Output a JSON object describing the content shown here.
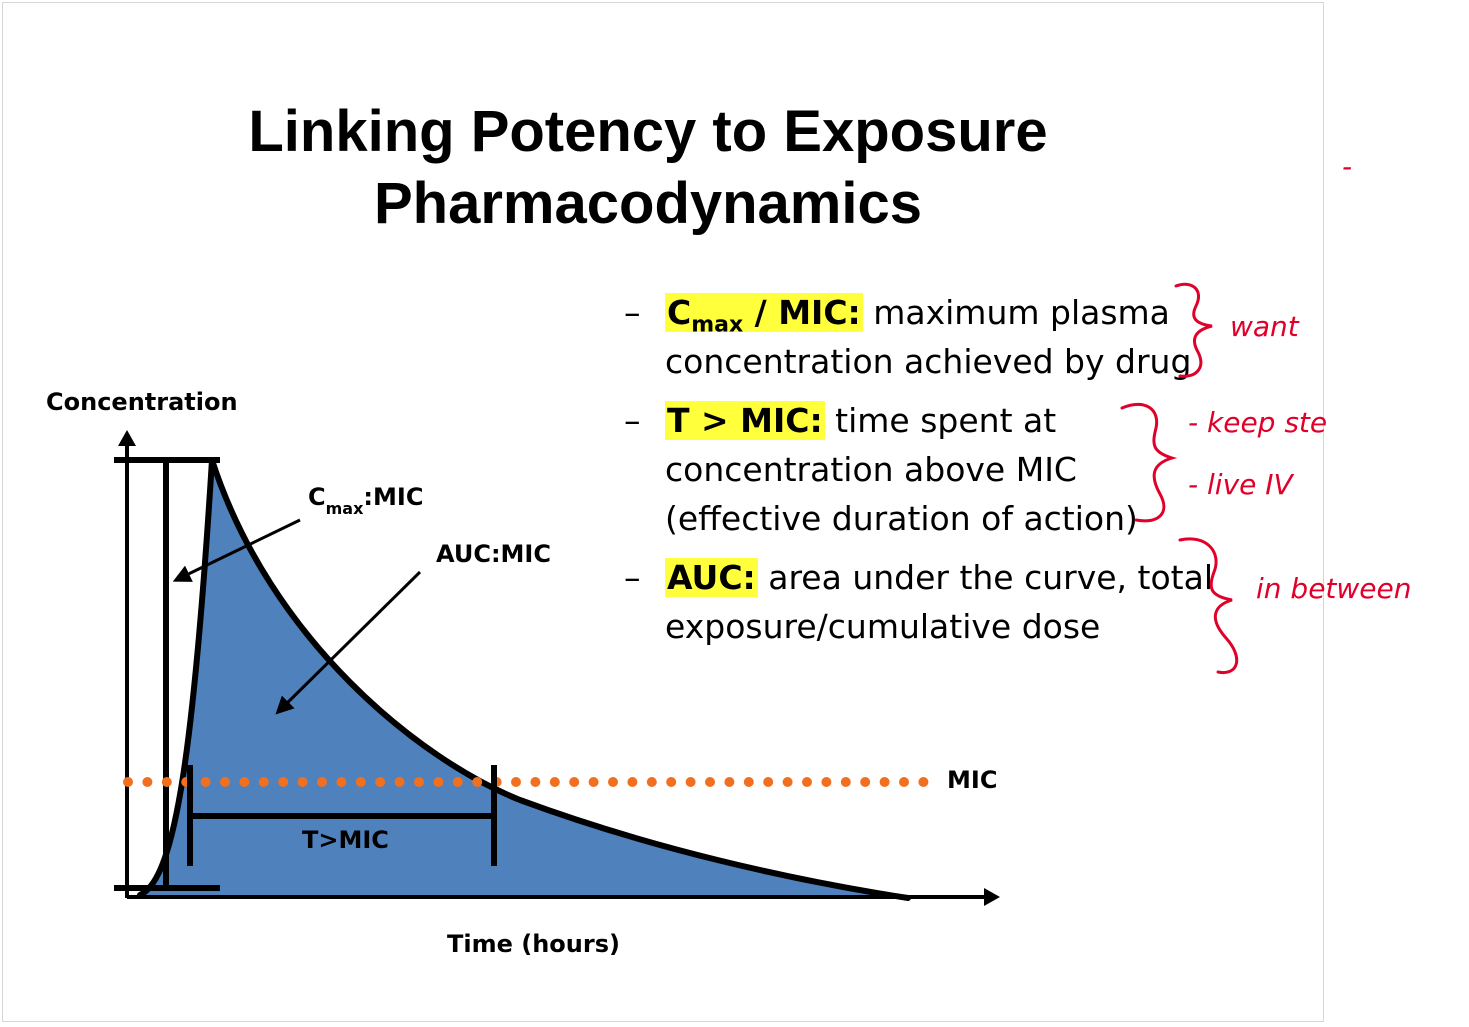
{
  "slide": {
    "title_line1": "Linking Potency to Exposure",
    "title_line2": "Pharmacodynamics"
  },
  "bullets": [
    {
      "dash": "–",
      "term_main": "C",
      "term_sub": "max",
      "term_rest": " / MIC:",
      "line1_rest": " maximum plasma",
      "line2": "concentration achieved by drug"
    },
    {
      "dash": "–",
      "term": "T > MIC:",
      "line1_rest": " time spent at",
      "line2": "concentration above MIC",
      "line3": "(effective duration of action)"
    },
    {
      "dash": "–",
      "term": "AUC:",
      "line1_rest": " area under the curve, total",
      "line2": "exposure/cumulative dose"
    }
  ],
  "diagram": {
    "y_axis_label": "Concentration",
    "x_axis_label": "Time (hours)",
    "cmax_label_main": "C",
    "cmax_label_sub": "max",
    "cmax_label_rest": ":MIC",
    "auc_label": "AUC:MIC",
    "mic_label": "MIC",
    "tmic_label": "T>MIC"
  },
  "annotations": {
    "note1": "want",
    "note2": "- keep ste",
    "note3": "- live   IV",
    "note4": "in   between",
    "note5": "-"
  },
  "colors": {
    "auc_fill": "#4f81bd",
    "mic_dots": "#f07020",
    "highlight": "#ffff3c",
    "ink": "#e0002a"
  }
}
